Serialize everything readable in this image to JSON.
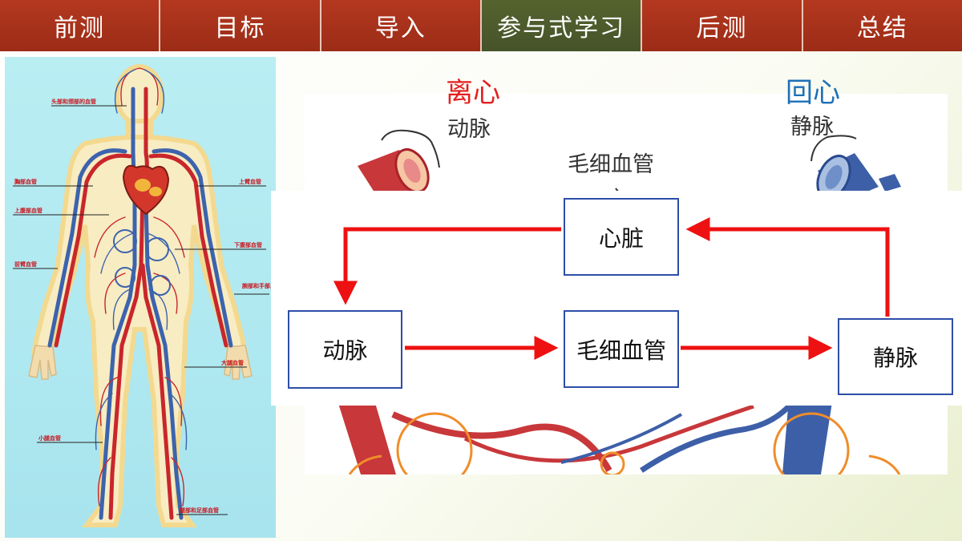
{
  "nav": {
    "tabs": [
      {
        "label": "前测",
        "active": false
      },
      {
        "label": "目标",
        "active": false
      },
      {
        "label": "导入",
        "active": false
      },
      {
        "label": "参与式学习",
        "active": true
      },
      {
        "label": "后测",
        "active": false
      },
      {
        "label": "总结",
        "active": false
      }
    ]
  },
  "body_diagram": {
    "labels": [
      "头部和颈部的血管",
      "胸部血管",
      "上臂血管",
      "上腹部血管",
      "下腹部血管",
      "前臂血管",
      "腕部和手部血管",
      "大腿血管",
      "小腿血管",
      "腿部和足部血管"
    ]
  },
  "labels": {
    "centrifugal": "离心",
    "centripetal": "回心"
  },
  "sketch": {
    "artery": "动脉",
    "vein": "静脉",
    "capillary": "毛细血管"
  },
  "flow": {
    "heart": "心脏",
    "artery": "动脉",
    "capillary": "毛细血管",
    "vein": "静脉"
  },
  "colors": {
    "nav_bg": "#a8321c",
    "nav_active": "#4f5d2c",
    "arrow": "#ee1111",
    "box_border": "#2d4ea8",
    "artery": "#c9262b",
    "vein": "#3c63ad"
  }
}
